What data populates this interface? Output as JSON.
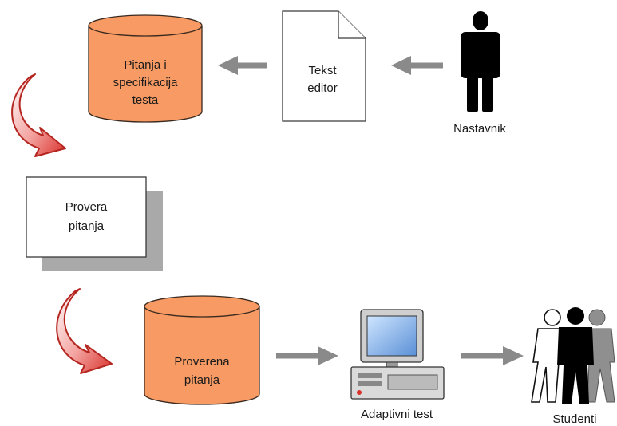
{
  "nodes": {
    "db_questions": {
      "lines": [
        "Pitanja i",
        "specifikacija",
        "testa"
      ]
    },
    "text_editor": {
      "lines": [
        "Tekst",
        "editor"
      ]
    },
    "teacher": {
      "label": "Nastavnik"
    },
    "check_box": {
      "lines": [
        "Provera",
        "pitanja"
      ]
    },
    "db_checked": {
      "lines": [
        "Proverena",
        "pitanja"
      ]
    },
    "computer": {
      "label": "Adaptivni test"
    },
    "students": {
      "label": "Studenti"
    }
  },
  "colors": {
    "cylinder_fill": "#f79a63",
    "cylinder_stroke": "#3a2a20",
    "arrow_gray": "#8a8a8a",
    "curved_arrow": "#d9302a",
    "shadow": "#a9a9a9"
  }
}
